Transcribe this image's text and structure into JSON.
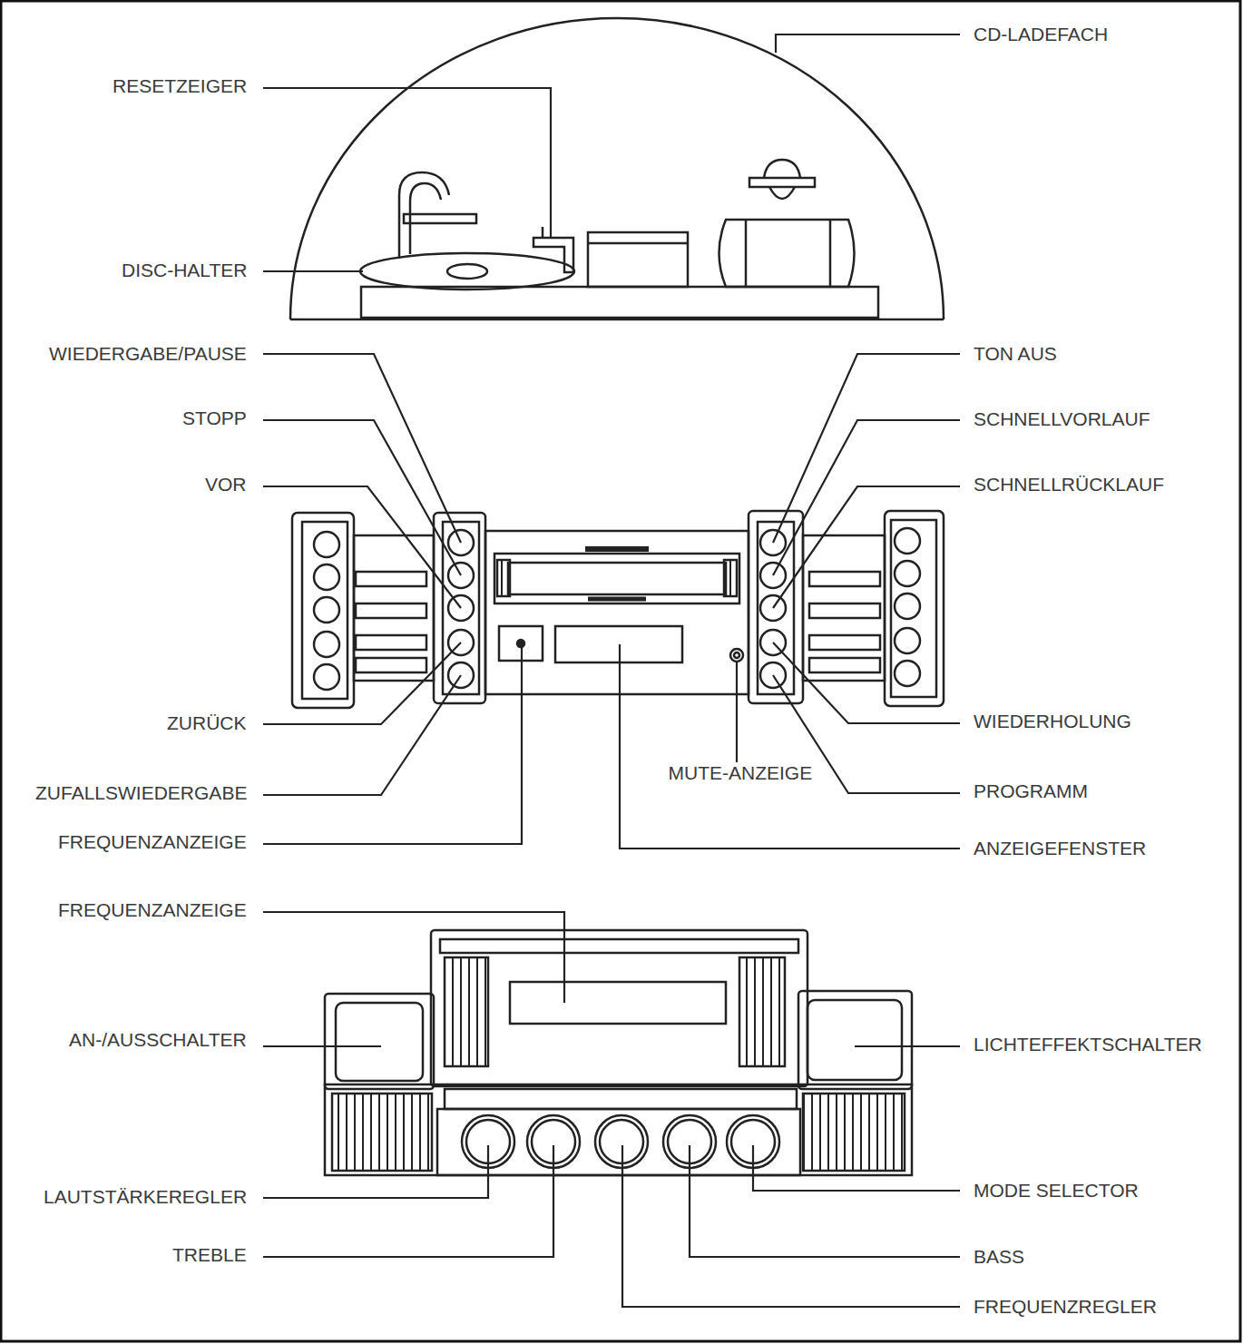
{
  "diagram": {
    "labels": [
      "CD-LADEFACH",
      "RESETZEIGER",
      "DISC-HALTER",
      "WIEDERGABE/PAUSE",
      "TON AUS",
      "STOPP",
      "SCHNELLVORLAUF",
      "VOR",
      "SCHNELLRÜCKLAUF",
      "ZURÜCK",
      "WIEDERHOLUNG",
      "MUTE-ANZEIGE",
      "ZUFALLSWIEDERGABE",
      "PROGRAMM",
      "FREQUENZANZEIGE",
      "ANZEIGEFENSTER",
      "FREQUENZANZEIGE",
      "AN-/AUSSCHALTER",
      "LICHTEFFEKTSCHALTER",
      "LAUTSTÄRKEREGLER",
      "MODE SELECTOR",
      "TREBLE",
      "BASS",
      "FREQUENZREGLER"
    ]
  }
}
